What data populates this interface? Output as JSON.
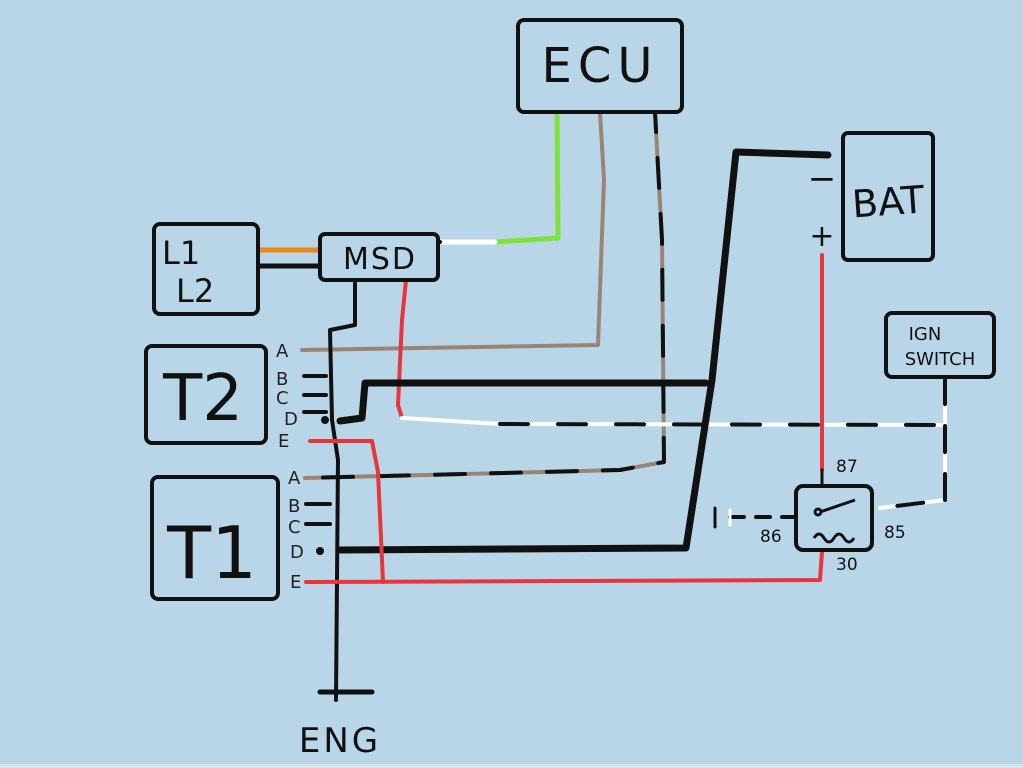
{
  "components": {
    "ecu": "ECU",
    "bat": "BAT",
    "msd": "MSD",
    "coil_labels": [
      "L1",
      "L2"
    ],
    "t2": "T2",
    "t1": "T1",
    "ign_switch": [
      "IGN",
      "SWITCH"
    ],
    "eng": "ENG"
  },
  "battery_terminals": {
    "neg": "−",
    "pos": "+"
  },
  "t2_pins": [
    "A",
    "B",
    "C",
    "D",
    "E"
  ],
  "t1_pins": [
    "A",
    "B",
    "C",
    "D",
    "E"
  ],
  "relay_pins": {
    "p87": "87",
    "p86": "86",
    "p85": "85",
    "p30": "30"
  },
  "wire_colors": {
    "black": "#111111",
    "brown": "#9a8574",
    "red": "#e8353a",
    "green": "#7fe23a",
    "orange": "#e88a1a",
    "white": "#ffffff"
  }
}
